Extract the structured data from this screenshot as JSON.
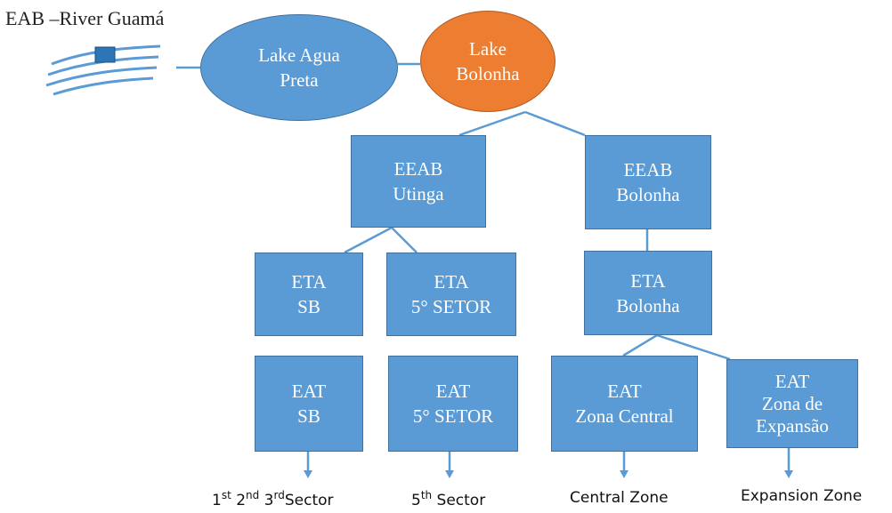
{
  "title": "EAB –River Guamá",
  "nodes": {
    "lake_agua_preta": {
      "line1": "Lake Agua",
      "line2": "Preta"
    },
    "lake_bolonha": {
      "line1": "Lake",
      "line2": "Bolonha"
    },
    "eeab_utinga": {
      "line1": "EEAB",
      "line2": "Utinga"
    },
    "eeab_bolonha": {
      "line1": "EEAB",
      "line2": "Bolonha"
    },
    "eta_sb": {
      "line1": "ETA",
      "line2": "SB"
    },
    "eta_5_setor": {
      "line1": "ETA",
      "line2": "5° SETOR"
    },
    "eta_bolonha": {
      "line1": "ETA",
      "line2": "Bolonha"
    },
    "eat_sb": {
      "line1": "EAT",
      "line2": "SB"
    },
    "eat_5_setor": {
      "line1": "EAT",
      "line2": "5° SETOR"
    },
    "eat_zona_central": {
      "line1": "EAT",
      "line2": "Zona Central"
    },
    "eat_zona_expansao": {
      "line1": "EAT",
      "line2": "Zona de",
      "line3": "Expansão"
    }
  },
  "captions": {
    "sectors_123": {
      "n1": "1",
      "s1": "st",
      "n2": "2",
      "s2": "nd",
      "n3": "3",
      "s3": "rd",
      "word": "Sector"
    },
    "sector_5": {
      "n": "5",
      "s": "th",
      "word": "Sector"
    },
    "central_zone": "Central Zone",
    "expansion_zone": "Expansion Zone"
  },
  "colors": {
    "box": "#5b9bd5",
    "box_border": "#41719c",
    "orange": "#ed7d31",
    "line": "#5b9bd5"
  }
}
